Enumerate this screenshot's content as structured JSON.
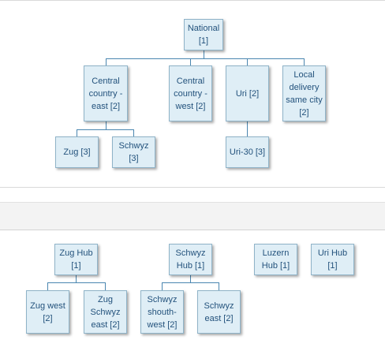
{
  "top_tree": {
    "root": "National [1]",
    "level1": [
      "Central country - east [2]",
      "Central country - west [2]",
      "Uri [2]",
      "Local delivery same city [2]"
    ],
    "level2_east": [
      "Zug [3]",
      "Schwyz [3]"
    ],
    "level2_uri": [
      "Uri-30 [3]"
    ]
  },
  "bottom_tree": {
    "hubs": [
      "Zug Hub [1]",
      "Schwyz Hub [1]",
      "Luzern Hub [1]",
      "Uri Hub [1]"
    ],
    "zug_children": [
      "Zug west [2]",
      "Zug Schwyz east [2]"
    ],
    "schwyz_children": [
      "Schwyz shouth-west [2]",
      "Schwyz east [2]"
    ]
  },
  "colors": {
    "node_fill": "#dfeef6",
    "node_border": "#8fb3c8",
    "node_text": "#23527c",
    "connector": "#4a86b0"
  }
}
